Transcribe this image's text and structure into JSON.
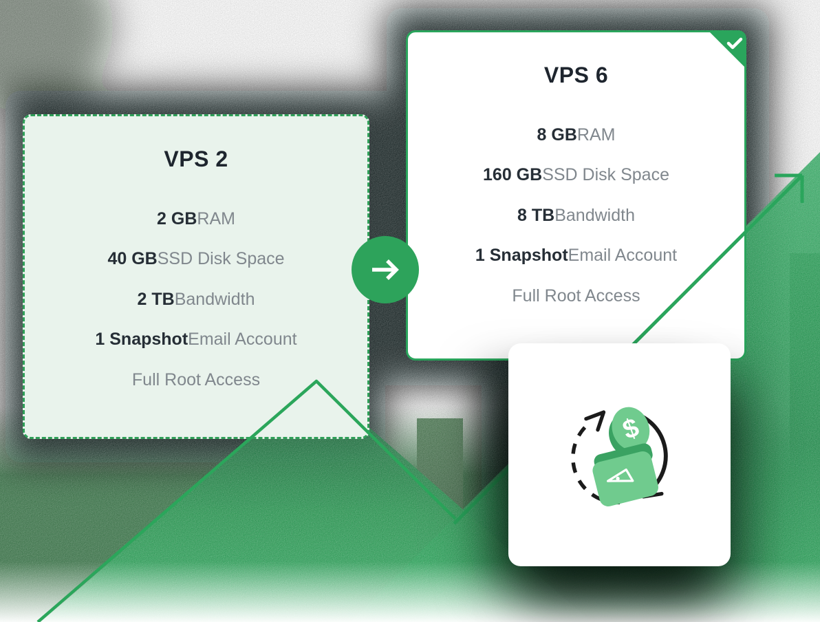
{
  "theme": {
    "accent_green": "#2AA55C",
    "circle_green": "#2DA35B",
    "card_tint_green": "#E9F3EC",
    "dashed_border_green": "#2F9F58",
    "mountain_green_bright": "#27A155",
    "muted_backdrop_green": "#3D7A4C",
    "strip_green_dark": "#4A7550",
    "shadow_black": "#06100A",
    "title_text": "#1E252E",
    "spec_value_text": "#262E36",
    "spec_label_text": "#80878D",
    "icon_wallet_light_green": "#70CB8E",
    "icon_wallet_dark_green": "#3AA262",
    "icon_stroke_black": "#1B1B1B"
  },
  "plans": [
    {
      "title": "VPS 2",
      "border_style": "dashed",
      "selected": false,
      "specs": [
        {
          "value": "2 GB",
          "label": "RAM"
        },
        {
          "value": "40 GB",
          "label": "SSD Disk Space"
        },
        {
          "value": "2 TB",
          "label": "Bandwidth"
        },
        {
          "value": "1 Snapshot",
          "label": "Email Account"
        },
        {
          "value": "",
          "label": "Full Root Access"
        }
      ]
    },
    {
      "title": "VPS 6",
      "border_style": "solid",
      "selected": true,
      "specs": [
        {
          "value": "8 GB",
          "label": "RAM"
        },
        {
          "value": "160 GB",
          "label": "SSD Disk Space"
        },
        {
          "value": "8 TB",
          "label": "Bandwidth"
        },
        {
          "value": "1 Snapshot",
          "label": "Email Account"
        },
        {
          "value": "",
          "label": "Full Root Access"
        }
      ]
    }
  ],
  "icons": {
    "upgrade_arrow": "arrow-right-icon",
    "selected_badge": "check-icon",
    "money_back": "money-back-wallet-icon",
    "growth": "growth-arrow-icon"
  }
}
